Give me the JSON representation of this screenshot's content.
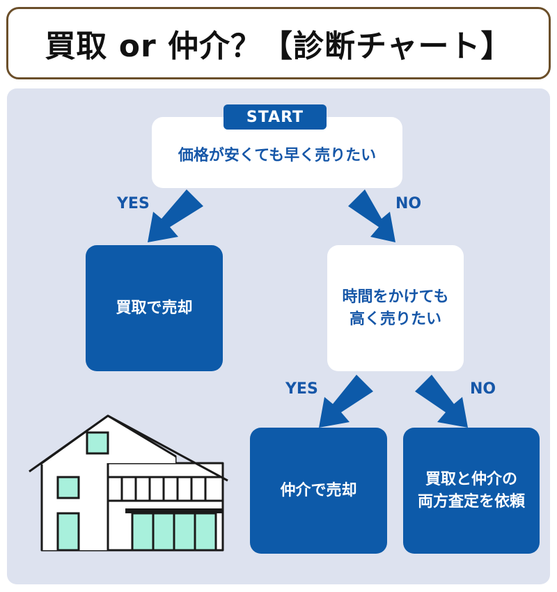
{
  "title": "買取 or 仲介？【診断チャート】",
  "start_label": "START",
  "question1": "価格が安くても早く売りたい",
  "question2": [
    "時間をかけても",
    "高く売りたい"
  ],
  "yes_label": "YES",
  "no_label": "NO",
  "result_buy": "買取で売却",
  "result_broker": "仲介で売却",
  "result_both": [
    "買取と仲介の",
    "両方査定を依頼"
  ],
  "colors": {
    "primary": "#0d5aa9",
    "panel": "#dde2ef",
    "title_border": "#6b4f2a",
    "window": "#a8f0dc"
  },
  "icons": [
    "house-icon"
  ]
}
